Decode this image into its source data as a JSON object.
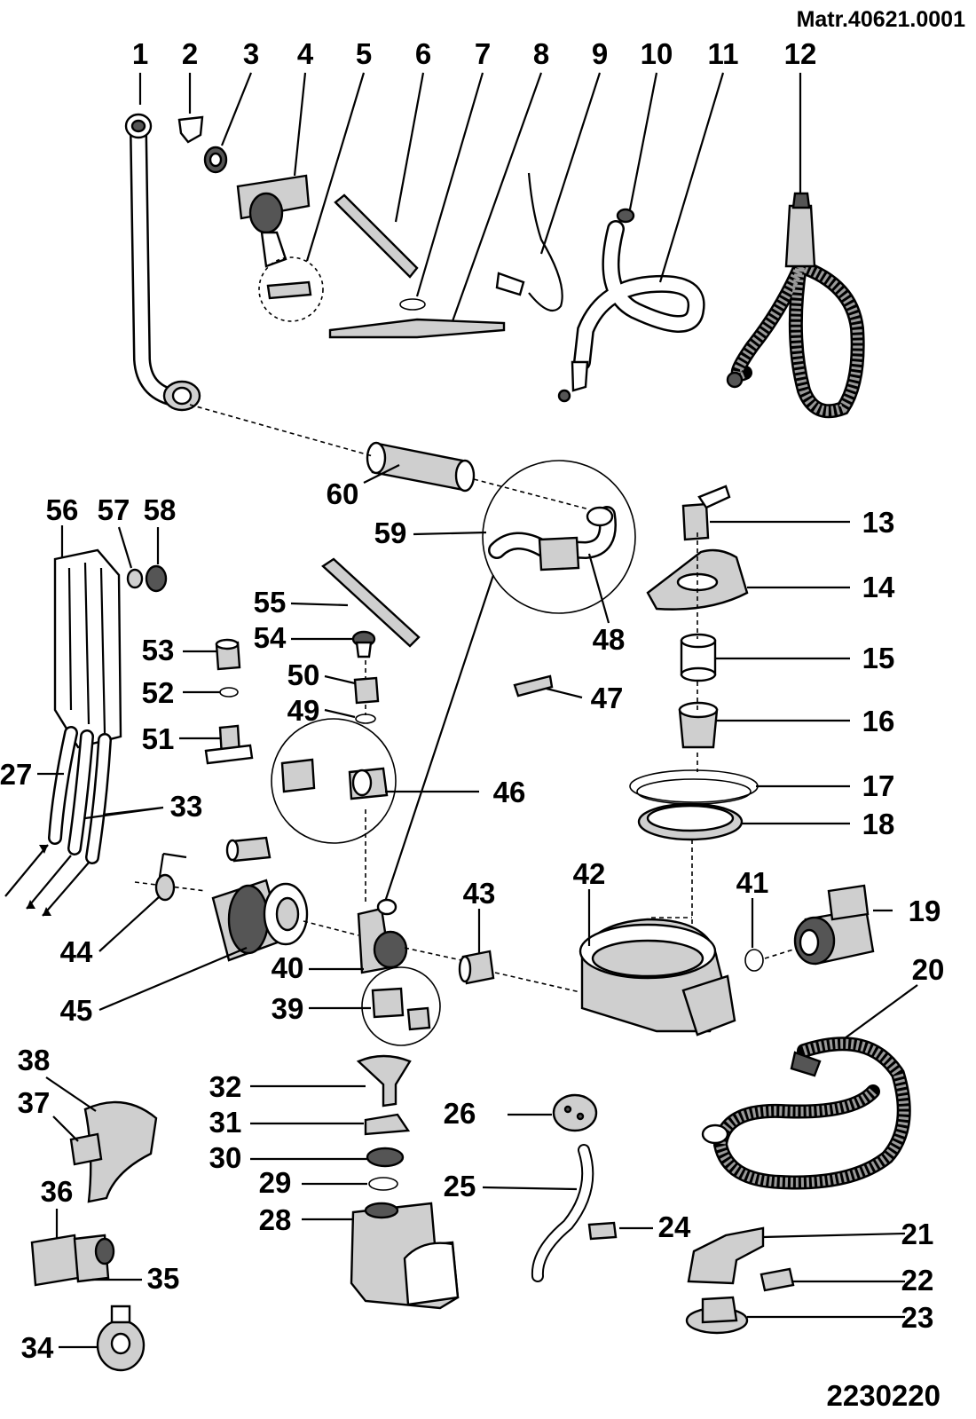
{
  "header": {
    "material_number": "Matr.40621.0001"
  },
  "footer": {
    "drawing_number": "2230220"
  },
  "callouts": [
    "1",
    "2",
    "3",
    "4",
    "5",
    "6",
    "7",
    "8",
    "9",
    "10",
    "11",
    "12",
    "13",
    "14",
    "15",
    "16",
    "17",
    "18",
    "19",
    "20",
    "21",
    "22",
    "23",
    "24",
    "25",
    "26",
    "27",
    "28",
    "29",
    "30",
    "31",
    "32",
    "33",
    "34",
    "35",
    "36",
    "37",
    "38",
    "39",
    "40",
    "41",
    "42",
    "43",
    "44",
    "45",
    "46",
    "47",
    "48",
    "49",
    "50",
    "51",
    "52",
    "53",
    "54",
    "55",
    "56",
    "57",
    "58",
    "59",
    "60"
  ]
}
